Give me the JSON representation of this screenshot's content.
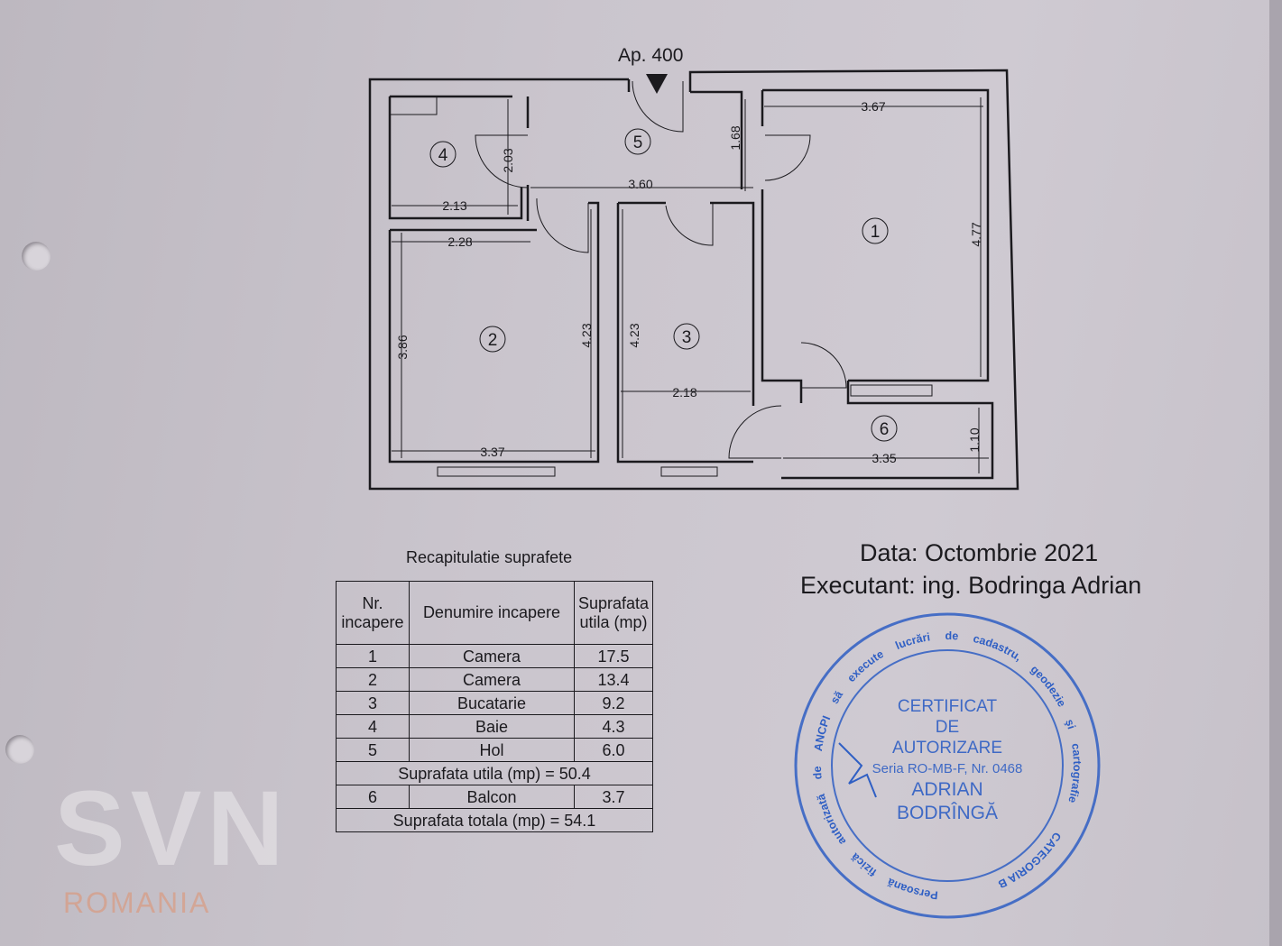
{
  "apartment_label": "Ap. 400",
  "rooms": [
    "1",
    "2",
    "3",
    "4",
    "5",
    "6"
  ],
  "dimensions": {
    "r1_width": "3.67",
    "r1_height": "4.77",
    "hall_width": "3.60",
    "hall_height": "1.68",
    "r4_height": "2.03",
    "r4_width": "2.13",
    "r2_top": "2.28",
    "r2_height": "3.86",
    "r2_right": "4.23",
    "r2_bottom": "3.37",
    "r3_left": "4.23",
    "r3_width": "2.18",
    "r6_width": "3.35",
    "r6_height": "1.10"
  },
  "table": {
    "title": "Recapitulatie suprafete",
    "headers": [
      "Nr. incapere",
      "Denumire incapere",
      "Suprafata utila (mp)"
    ],
    "rows": [
      [
        "1",
        "Camera",
        "17.5"
      ],
      [
        "2",
        "Camera",
        "13.4"
      ],
      [
        "3",
        "Bucatarie",
        "9.2"
      ],
      [
        "4",
        "Baie",
        "4.3"
      ],
      [
        "5",
        "Hol",
        "6.0"
      ]
    ],
    "subtotal": "Suprafata utila (mp) = 50.4",
    "balcony_row": [
      "6",
      "Balcon",
      "3.7"
    ],
    "total": "Suprafata totala (mp) = 54.1"
  },
  "info": {
    "date": "Data: Octombrie 2021",
    "executant": "Executant: ing. Bodringa  Adrian"
  },
  "stamp": {
    "color": "#2f5fc4",
    "ring_text": "Persoană fizică autorizată de ANCPI să execute lucrări de cadastru, geodezie şi cartografie",
    "category": "CATEGORIA B",
    "lines": [
      "CERTIFICAT",
      "DE",
      "AUTORIZARE",
      "Seria RO-MB-F, Nr. 0468",
      "ADRIAN",
      "BODRÎNGĂ"
    ]
  },
  "watermark": {
    "logo": "SVN",
    "sub": "ROMANIA"
  }
}
